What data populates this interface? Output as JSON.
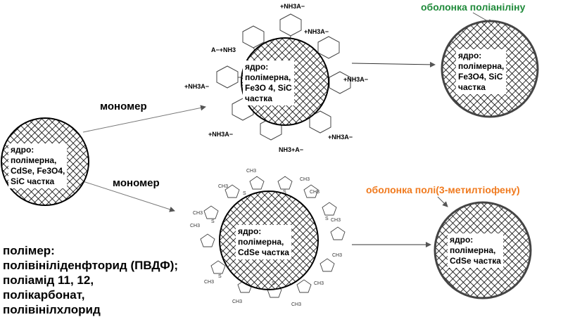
{
  "cores": {
    "start": [
      "ядро:",
      "полімерна,",
      "CdSe, Fe3O4,",
      "SiC частка"
    ],
    "top_mid": [
      "ядро:",
      "полімерна,",
      "Fe3O 4, SiC",
      "частка"
    ],
    "top_right": [
      "ядро:",
      "полімерна,",
      "Fe3O4, SiC",
      "частка"
    ],
    "bottom_mid": [
      "ядро:",
      "полімерна,",
      "CdSe частка"
    ],
    "bottom_right": [
      "ядро:",
      "полімерна,",
      "CdSe частка"
    ]
  },
  "labels": {
    "monomer_top": "мономер",
    "monomer_bottom": "мономер",
    "shell_polyaniline": "оболонка поліаніліну",
    "shell_p3mt": "оболонка полі(3-метилтіофену)"
  },
  "polymer_list": [
    "полімер:",
    "полівініліденфторид (ПВДФ);",
    "поліамід 11, 12,",
    "полікарбонат,",
    "полівінілхлорид"
  ],
  "aniline_groups": [
    "+NH3A−",
    "+NH3A−",
    "A−+NH3",
    "+NH3A−",
    "+NH3A−",
    "+NH3A−",
    "+NH3A−",
    "NH3+A−"
  ],
  "thiophene_labels": {
    "methyl": "CH3",
    "sulfur": "S"
  },
  "colors": {
    "shell_polyaniline": "#1f8a3a",
    "shell_p3mt": "#f07a1e",
    "core_stroke": "#000000",
    "arrow": "#555555"
  }
}
